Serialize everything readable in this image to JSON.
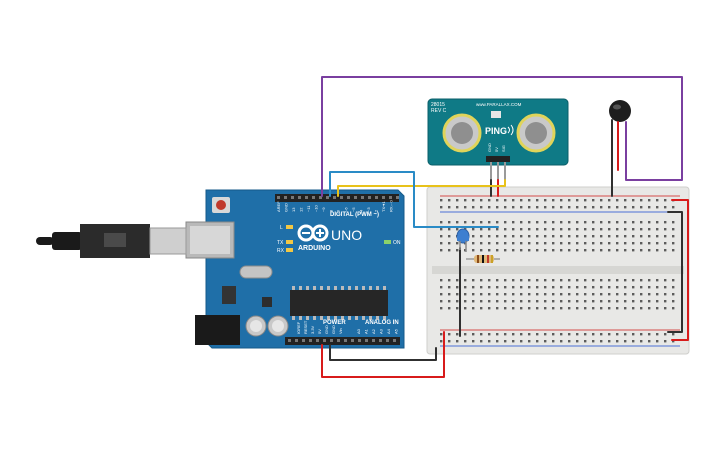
{
  "arduino": {
    "brand": "ARDUINO",
    "model": "UNO",
    "digital_label": "DIGITAL (PWM ~)",
    "power_label": "POWER",
    "analog_label": "ANALOG IN",
    "tx_label": "TX",
    "rx_label": "RX",
    "l_label": "L",
    "on_label": "ON",
    "top_pin_labels": [
      "AREF",
      "GND",
      "13",
      "12",
      "~11",
      "~10",
      "~9",
      "8",
      "7",
      "~6",
      "~5",
      "4",
      "~3",
      "2",
      "TX➜1",
      "RX←0"
    ],
    "power_pin_labels": [
      "IOREF",
      "RESET",
      "3.3V",
      "5V",
      "GND",
      "GND",
      "Vin"
    ],
    "analog_pin_labels": [
      "A0",
      "A1",
      "A2",
      "A3",
      "A4",
      "A5"
    ]
  },
  "sensor": {
    "name": "PING",
    "part_id": "28015",
    "rev": "REV C",
    "maker": "www.PARALLAX.COM",
    "pin_labels": [
      "GND",
      "5V",
      "SIG"
    ]
  },
  "colors": {
    "board": "#1f6fa8",
    "sensor_board": "#0f7a86",
    "breadboard": "#e8e8e6",
    "wire_purple": "#7a3fa0",
    "wire_red": "#d81b1b",
    "wire_black": "#303030",
    "wire_yellow": "#e8c21a",
    "wire_blue": "#2a8bc6",
    "led_blue": "#3d7fd0"
  }
}
